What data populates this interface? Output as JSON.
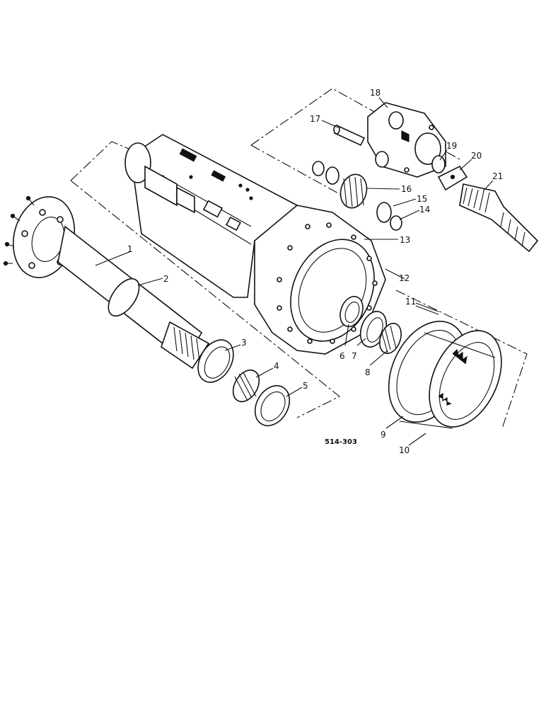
{
  "diagram": {
    "reference_code": "514-303",
    "callouts": [
      {
        "id": "1",
        "label": "1"
      },
      {
        "id": "2",
        "label": "2"
      },
      {
        "id": "3",
        "label": "3"
      },
      {
        "id": "4",
        "label": "4"
      },
      {
        "id": "5",
        "label": "5"
      },
      {
        "id": "6",
        "label": "6"
      },
      {
        "id": "7",
        "label": "7"
      },
      {
        "id": "8",
        "label": "8"
      },
      {
        "id": "9",
        "label": "9"
      },
      {
        "id": "10",
        "label": "10"
      },
      {
        "id": "11",
        "label": "11"
      },
      {
        "id": "12",
        "label": "12"
      },
      {
        "id": "13",
        "label": "13"
      },
      {
        "id": "14",
        "label": "14"
      },
      {
        "id": "15",
        "label": "15"
      },
      {
        "id": "16",
        "label": "16"
      },
      {
        "id": "17",
        "label": "17"
      },
      {
        "id": "18",
        "label": "18"
      },
      {
        "id": "19",
        "label": "19"
      },
      {
        "id": "20",
        "label": "20"
      },
      {
        "id": "21",
        "label": "21"
      }
    ]
  }
}
